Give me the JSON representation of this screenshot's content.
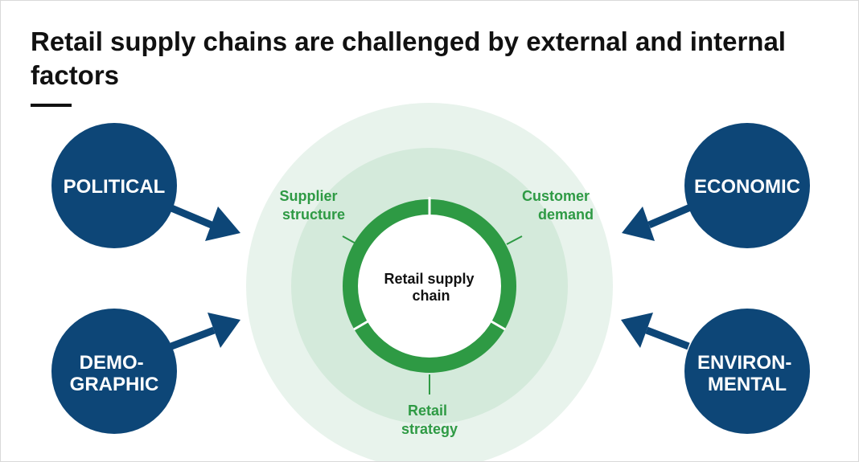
{
  "title": "Retail supply chains are challenged by external and internal factors",
  "colors": {
    "navy": "#0d4677",
    "green": "#2e9a44",
    "outer_ring": "#e8f3ec",
    "inner_ring": "#d4eadb",
    "text_dark": "#111111"
  },
  "external_factors": {
    "political": [
      "POLITICAL"
    ],
    "economic": [
      "ECONOMIC"
    ],
    "demographic": [
      "DEMO-",
      "GRAPHIC"
    ],
    "environmental": [
      "ENVIRON-",
      "MENTAL"
    ]
  },
  "internal_factors": {
    "supplier_structure": [
      "Supplier",
      "structure"
    ],
    "customer_demand": [
      "Customer",
      "demand"
    ],
    "retail_strategy": [
      "Retail",
      "strategy"
    ]
  },
  "center": [
    "Retail supply",
    "chain"
  ]
}
